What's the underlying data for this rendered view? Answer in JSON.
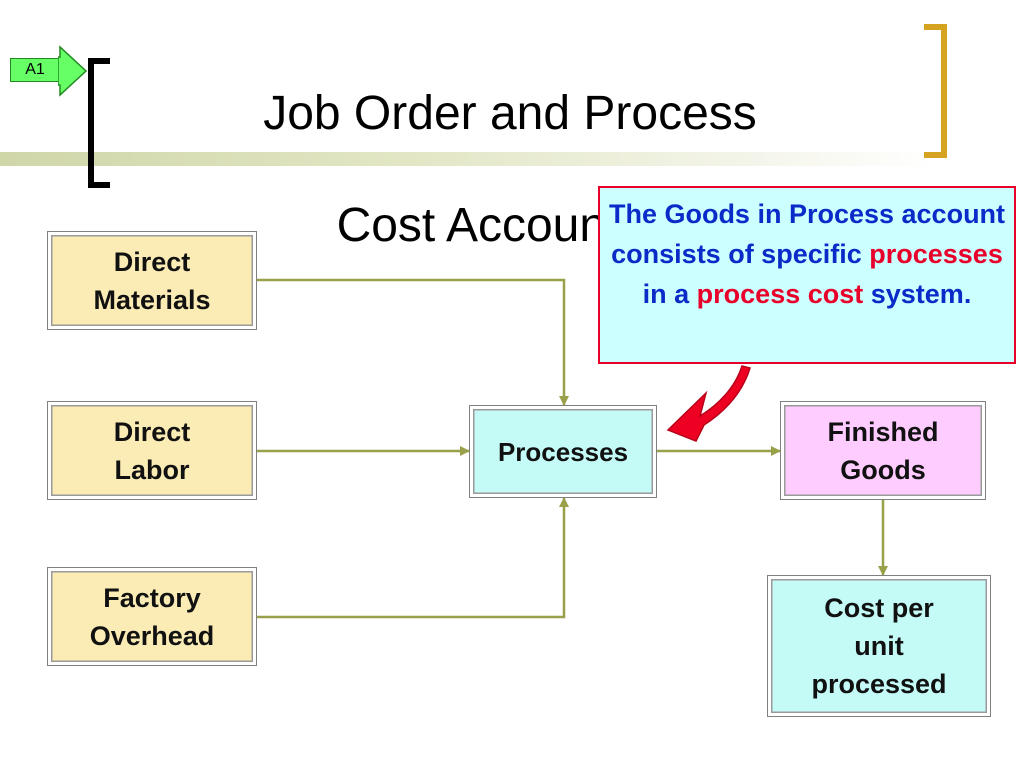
{
  "badge": {
    "label": "A1"
  },
  "title": {
    "line1": "Job Order and Process",
    "line2": "Cost Accounting"
  },
  "diagram": {
    "direct_materials": {
      "line1": "Direct",
      "line2": "Materials"
    },
    "direct_labor": {
      "line1": "Direct",
      "line2": "Labor"
    },
    "factory_overhead": {
      "line1": "Factory",
      "line2": "Overhead"
    },
    "processes": {
      "label": "Processes"
    },
    "finished_goods": {
      "line1": "Finished",
      "line2": "Goods"
    },
    "cost_per_unit": {
      "line1": "Cost per",
      "line2": "unit",
      "line3": "processed"
    }
  },
  "callout": {
    "part1": "The Goods in Process account consists of specific ",
    "part2": "processes",
    "part3": " in a ",
    "part4": "process cost",
    "part5": " system."
  },
  "colors": {
    "connector": "#99a04a",
    "bracket_left": "#000000",
    "bracket_right": "#d6a320",
    "callout_border": "#e8002a",
    "callout_text": "#0a2bc8",
    "callout_highlight": "#e8002a",
    "input_fill": "#fbecb5",
    "process_fill": "#c4fbf7",
    "finished_fill": "#ffccff"
  }
}
